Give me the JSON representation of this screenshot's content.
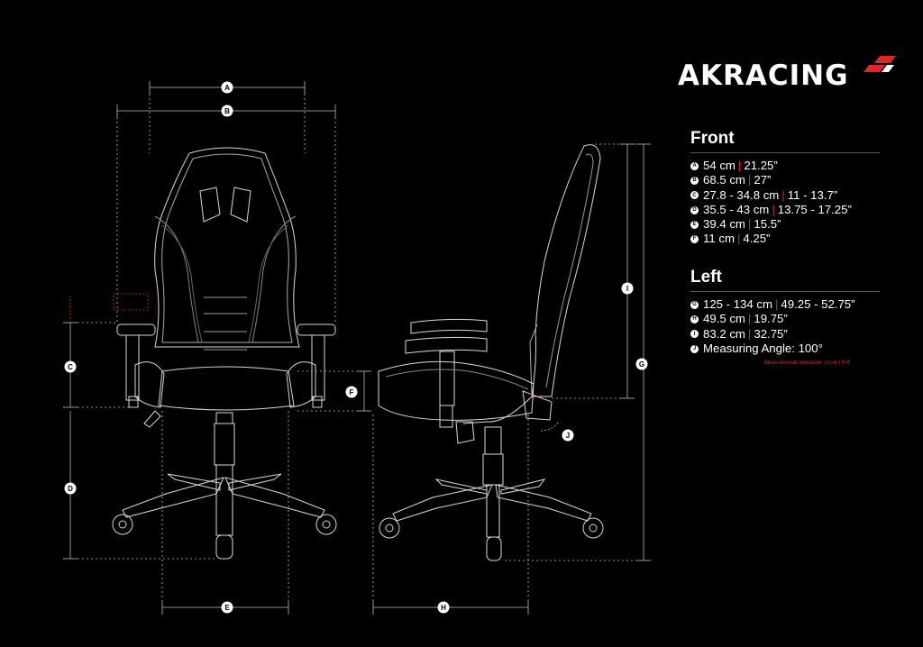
{
  "brand": {
    "name": "AKRACING",
    "accent": "#e0262b"
  },
  "front": {
    "title": "Front",
    "items": [
      {
        "letter": "A",
        "metric": "54 cm",
        "imperial": "21.25”"
      },
      {
        "letter": "B",
        "metric": "68.5 cm",
        "imperial": "27”"
      },
      {
        "letter": "C",
        "metric": "27.8 - 34.8 cm",
        "imperial": "11 - 13.7”"
      },
      {
        "letter": "D",
        "metric": "35.5 - 43 cm",
        "imperial": "13.75 - 17.25”"
      },
      {
        "letter": "E",
        "metric": "39.4 cm",
        "imperial": "15.5”"
      },
      {
        "letter": "F",
        "metric": "11 cm",
        "imperial": "4.25”"
      }
    ]
  },
  "left": {
    "title": "Left",
    "items": [
      {
        "letter": "G",
        "metric": "125 - 134 cm",
        "imperial": "49.25 - 52.75”"
      },
      {
        "letter": "H",
        "metric": "49.5 cm",
        "imperial": "19.75”"
      },
      {
        "letter": "I",
        "metric": "83.2 cm",
        "imperial": "32.75”"
      },
      {
        "letter": "J",
        "text": "Measuring Angle: 100°"
      }
    ]
  },
  "tolerance": "Measurement tolerance: ±1cm | 0.4”",
  "diagram_labels": {
    "a": "A",
    "b": "B",
    "c": "C",
    "d": "D",
    "e": "E",
    "f": "F",
    "g": "G",
    "h": "H",
    "i": "I",
    "j": "J"
  }
}
